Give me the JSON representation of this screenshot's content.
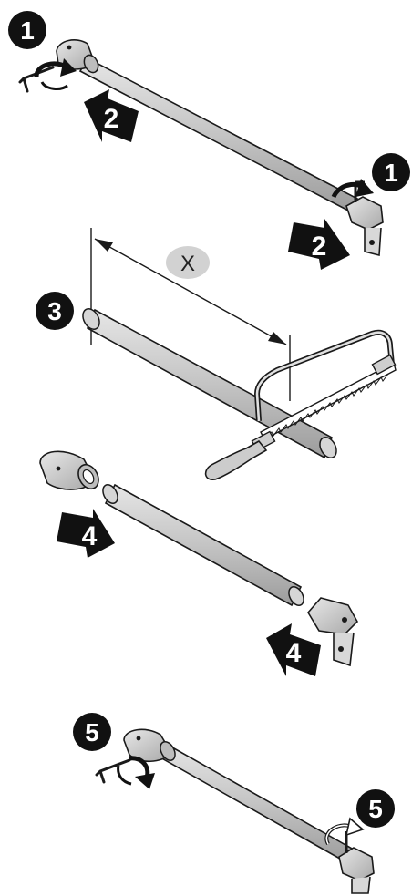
{
  "steps": {
    "s1a": "1",
    "s1b": "1",
    "s2a": "2",
    "s2b": "2",
    "s3": "3",
    "s4a": "4",
    "s4b": "4",
    "s5a": "5",
    "s5b": "5"
  },
  "dimension_label": "X",
  "colors": {
    "badge": "#111111",
    "arrow": "#111111",
    "tube": "#c8c8c8",
    "tube_dark": "#9a9a9a",
    "outline": "#1a1a1a",
    "ellipse": "#d2d2d2"
  }
}
